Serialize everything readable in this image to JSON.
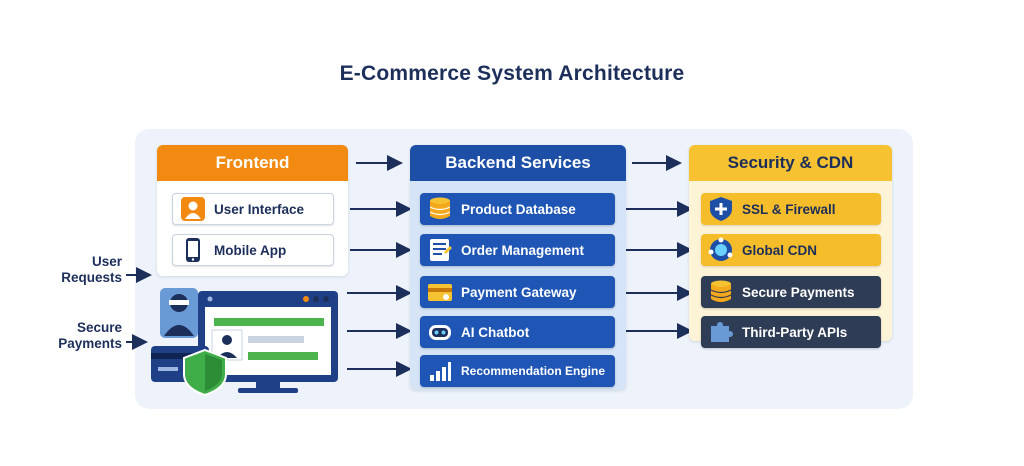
{
  "title": "E-Commerce System Architecture",
  "inputs": [
    {
      "label_line1": "User",
      "label_line2": "Requests"
    },
    {
      "label_line1": "Secure",
      "label_line2": "Payments"
    }
  ],
  "frontend": {
    "header": "Frontend",
    "items": [
      {
        "label": "User Interface",
        "icon": "user-icon"
      },
      {
        "label": "Mobile App",
        "icon": "mobile-phone-icon"
      }
    ]
  },
  "backend": {
    "header": "Backend Services",
    "items": [
      {
        "label": "Product Database",
        "icon": "database-icon"
      },
      {
        "label": "Order Management",
        "icon": "document-icon"
      },
      {
        "label": "Payment Gateway",
        "icon": "credit-card-icon"
      },
      {
        "label": "AI Chatbot",
        "icon": "robot-icon"
      },
      {
        "label": "Recommendation Engine",
        "icon": "bar-chart-icon"
      }
    ]
  },
  "security": {
    "header": "Security & CDN",
    "items": [
      {
        "label": "SSL & Firewall",
        "icon": "shield-icon"
      },
      {
        "label": "Global CDN",
        "icon": "globe-icon"
      },
      {
        "label": "Secure Payments",
        "icon": "database-icon"
      },
      {
        "label": "Third-Party APIs",
        "icon": "puzzle-icon"
      }
    ]
  },
  "colors": {
    "frontend": "#f28a12",
    "backend": "#1d4fa6",
    "security": "#f6c232",
    "text": "#1c2e5a"
  }
}
